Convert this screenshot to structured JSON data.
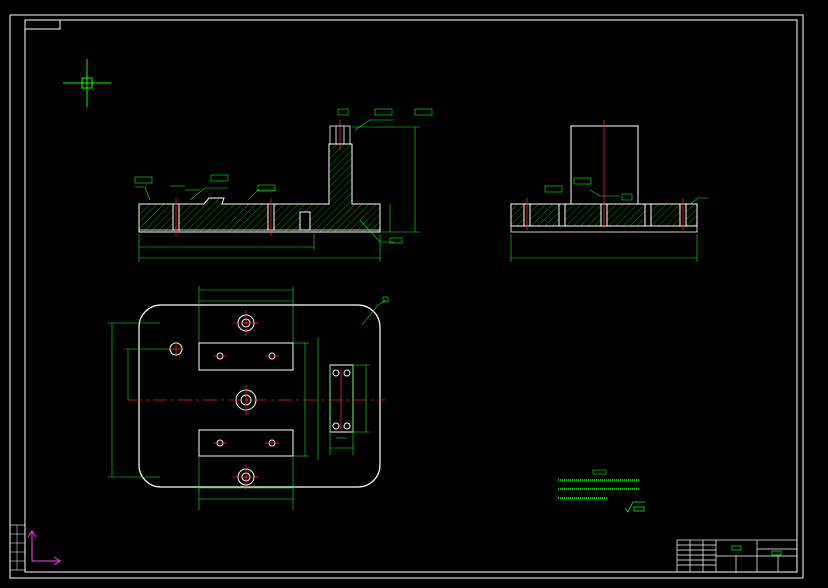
{
  "drawing": {
    "background": "#000000",
    "colors": {
      "outline": "#ffffff",
      "dimension": "#00ff00",
      "centerline": "#ff2020",
      "ucs": "#ff40ff",
      "crosshair": "#00ff00"
    },
    "views": [
      {
        "id": "front-section",
        "kind": "section"
      },
      {
        "id": "side-view",
        "kind": "elevation"
      },
      {
        "id": "plan-view",
        "kind": "plan"
      }
    ],
    "notes_block": {
      "line_count": 3
    },
    "title_block": {
      "present": true
    }
  }
}
